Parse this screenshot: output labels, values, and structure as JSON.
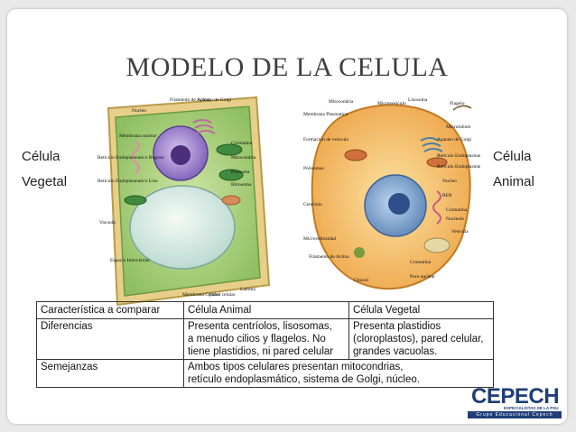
{
  "slide": {
    "title": "MODELO DE LA CELULA",
    "left_label": [
      "Célula",
      "Vegetal"
    ],
    "right_label": [
      "Célula",
      "Animal"
    ]
  },
  "plant_cell": {
    "labels": [
      "Nucleo",
      "Filamento de Actina",
      "Aparato de Golgi",
      "Membrana nuclear",
      "Reticulo Endoplasmatico Rugoso",
      "Reticulo Endoplasmatico Liso",
      "Cromatina",
      "Mitocondria",
      "Polisoma",
      "Ribosoma",
      "Vacuola",
      "Espacio Intercelular",
      "Membrana Celular",
      "pared celular",
      "Lamina"
    ]
  },
  "animal_cell": {
    "labels": [
      "Mitocondria",
      "Microvesiculo",
      "Lisosoma",
      "Flagelo",
      "Membrana Plasmatica",
      "Microtubulo",
      "Formacion de vesicula",
      "Aparato de Golgi",
      "Reticulo Endoplasmatico Liso",
      "Reticulo Endoplasmatico Rugoso",
      "Polisomas",
      "Nucleo",
      "Centriolo",
      "RER",
      "Cromatina",
      "Nucleolo",
      "Vesicula",
      "Microvellosidad",
      "Filamento de Actina",
      "Cromatina",
      "Citosol",
      "Poro nuclear"
    ]
  },
  "table": {
    "header": [
      "Característica a comparar",
      "Célula Animal",
      "Célula Vegetal"
    ],
    "rows": [
      {
        "c1": "Diferencias",
        "c2": [
          "Presenta centríolos, lisosomas,",
          "a menudo cilios y flagelos. No",
          "tiene plastidios, ni pared celular"
        ],
        "c3": [
          "Presenta plastidios",
          "(cloroplastos), pared celular,",
          "grandes vacuolas."
        ]
      },
      {
        "c1": "Semejanzas",
        "c23": [
          "Ambos tipos celulares presentan mitocondrias,",
          "retículo endoplasmático, sistema de Golgi, núcleo."
        ]
      }
    ]
  },
  "logo": {
    "name": "CEPECH",
    "tagline": "ESPECIALISTAS DE LA PSU",
    "bar": "Grupo Educacional Cepech"
  },
  "colors": {
    "brand": "#1f3e78",
    "title": "#3f3f3f"
  }
}
